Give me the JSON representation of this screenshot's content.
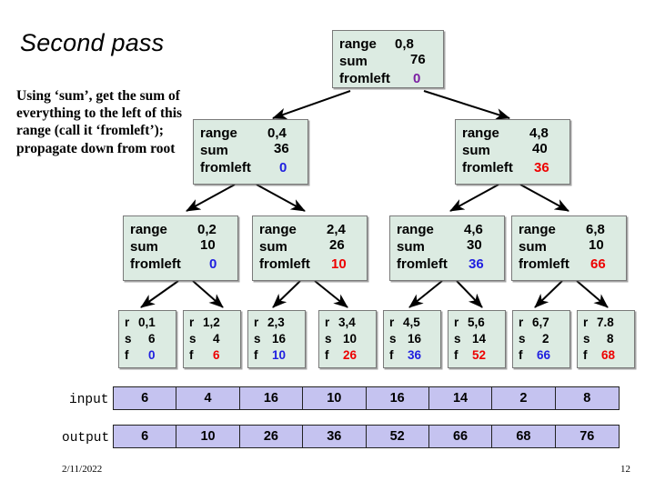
{
  "slide": {
    "title": "Second pass",
    "body_text": "Using ‘sum’, get the sum of everything to the left of this range (call it ‘fromleft’); propagate down from root",
    "footer_date": "2/11/2022",
    "footer_page": "12"
  },
  "colors": {
    "node_fill": "#dcebe2",
    "node_border": "#7a7a7a",
    "io_fill": "#c5c3f0",
    "io_border": "#222222",
    "blue": "#2020e0",
    "red": "#ee0000",
    "purple": "#7b1fa2",
    "black": "#000000"
  },
  "tree": {
    "labels_big": {
      "range": "range",
      "sum": "sum",
      "fromleft": "fromleft"
    },
    "labels_leaf": {
      "range": "r",
      "sum": "s",
      "fromleft": "f"
    },
    "root": {
      "range": "0,8",
      "sum": "76",
      "fromleft": "0",
      "fromleft_color": "purple"
    },
    "level1": [
      {
        "range": "0,4",
        "sum": "36",
        "fromleft": "0",
        "fromleft_color": "blue"
      },
      {
        "range": "4,8",
        "sum": "40",
        "fromleft": "36",
        "fromleft_color": "red"
      }
    ],
    "level2": [
      {
        "range": "0,2",
        "sum": "10",
        "fromleft": "0",
        "fromleft_color": "blue"
      },
      {
        "range": "2,4",
        "sum": "26",
        "fromleft": "10",
        "fromleft_color": "red"
      },
      {
        "range": "4,6",
        "sum": "30",
        "fromleft": "36",
        "fromleft_color": "blue"
      },
      {
        "range": "6,8",
        "sum": "10",
        "fromleft": "66",
        "fromleft_color": "red"
      }
    ],
    "leaves": [
      {
        "range": "0,1",
        "sum": "6",
        "fromleft": "0",
        "fromleft_color": "blue"
      },
      {
        "range": "1,2",
        "sum": "4",
        "fromleft": "6",
        "fromleft_color": "red"
      },
      {
        "range": "2,3",
        "sum": "16",
        "fromleft": "10",
        "fromleft_color": "blue"
      },
      {
        "range": "3,4",
        "sum": "10",
        "fromleft": "26",
        "fromleft_color": "red"
      },
      {
        "range": "4,5",
        "sum": "16",
        "fromleft": "36",
        "fromleft_color": "blue"
      },
      {
        "range": "5,6",
        "sum": "14",
        "fromleft": "52",
        "fromleft_color": "red"
      },
      {
        "range": "6,7",
        "sum": "2",
        "fromleft": "66",
        "fromleft_color": "blue"
      },
      {
        "range": "7.8",
        "sum": "8",
        "fromleft": "68",
        "fromleft_color": "red"
      }
    ]
  },
  "arrays": {
    "input_label": "input",
    "output_label": "output",
    "input_values": [
      "6",
      "4",
      "16",
      "10",
      "16",
      "14",
      "2",
      "8"
    ],
    "output_values": [
      "6",
      "10",
      "26",
      "36",
      "52",
      "66",
      "68",
      "76"
    ]
  }
}
